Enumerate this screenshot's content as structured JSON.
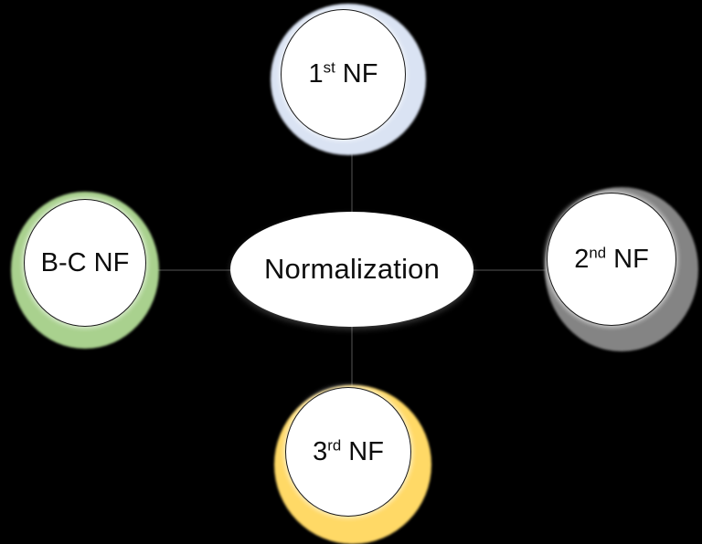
{
  "diagram": {
    "title": "Normalization",
    "type": "hub-and-spoke",
    "background_color": "#000000",
    "connector_color": "#2b2b2b",
    "text_color": "#0d0d0d",
    "hub": {
      "label": "Normalization",
      "shape": "ellipse",
      "fill_color": "#ffffff"
    },
    "nodes": [
      {
        "id": "first-nf",
        "position": "top",
        "label_main": "1",
        "label_sup": "st",
        "label_tail": " NF",
        "full_label": "1st NF",
        "ring_color": "#dae3f3",
        "fill_color": "#ffffff",
        "shape": "circle"
      },
      {
        "id": "bc-nf",
        "position": "left",
        "label_main": "B-C NF",
        "label_sup": "",
        "label_tail": "",
        "full_label": "B-C NF",
        "ring_color": "#a9d18e",
        "fill_color": "#ffffff",
        "shape": "circle"
      },
      {
        "id": "second-nf",
        "position": "right",
        "label_main": "2",
        "label_sup": "nd",
        "label_tail": " NF",
        "full_label": "2nd NF",
        "ring_color": "#848484",
        "fill_color": "#ffffff",
        "shape": "circle"
      },
      {
        "id": "third-nf",
        "position": "bottom",
        "label_main": "3",
        "label_sup": "rd",
        "label_tail": " NF",
        "full_label": "3rd NF",
        "ring_color": "#ffd966",
        "fill_color": "#ffffff",
        "shape": "circle"
      }
    ],
    "connectors": [
      {
        "id": "hub-to-first-nf",
        "from": "Normalization",
        "to": "1st NF"
      },
      {
        "id": "hub-to-bc-nf",
        "from": "Normalization",
        "to": "B-C NF"
      },
      {
        "id": "hub-to-second-nf",
        "from": "Normalization",
        "to": "2nd NF"
      },
      {
        "id": "hub-to-third-nf",
        "from": "Normalization",
        "to": "3rd NF"
      }
    ]
  }
}
